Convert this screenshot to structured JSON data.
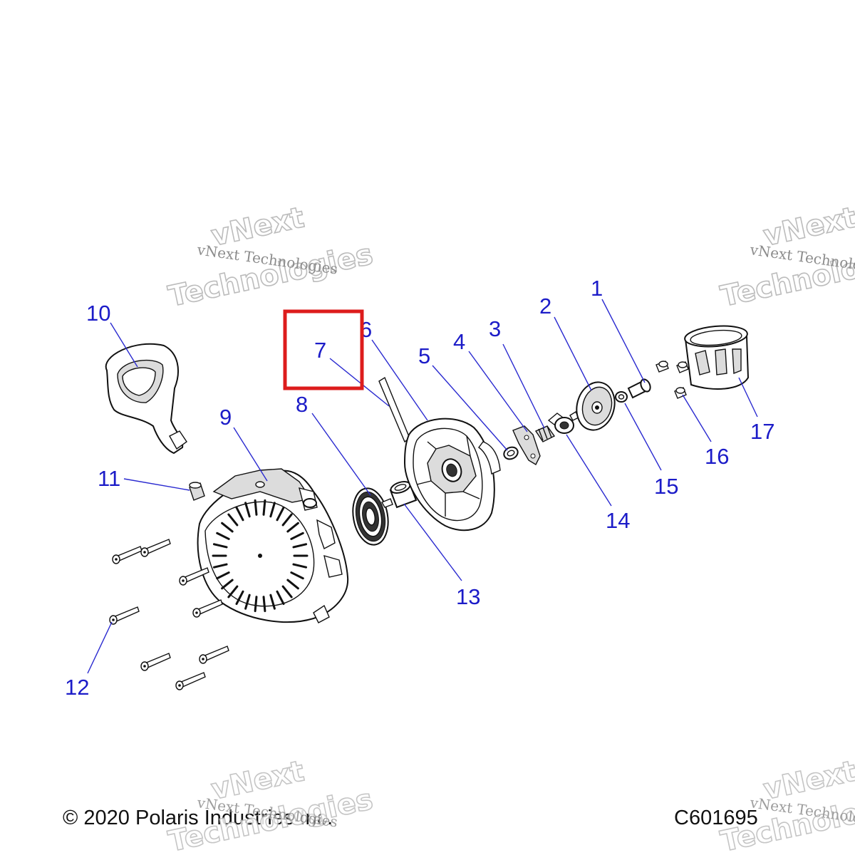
{
  "callouts": [
    {
      "id": "1",
      "label": "1"
    },
    {
      "id": "2",
      "label": "2"
    },
    {
      "id": "3",
      "label": "3"
    },
    {
      "id": "4",
      "label": "4"
    },
    {
      "id": "5",
      "label": "5"
    },
    {
      "id": "6",
      "label": "6"
    },
    {
      "id": "7",
      "label": "7"
    },
    {
      "id": "8",
      "label": "8"
    },
    {
      "id": "9",
      "label": "9"
    },
    {
      "id": "10",
      "label": "10"
    },
    {
      "id": "11",
      "label": "11"
    },
    {
      "id": "12",
      "label": "12"
    },
    {
      "id": "13",
      "label": "13"
    },
    {
      "id": "14",
      "label": "14"
    },
    {
      "id": "15",
      "label": "15"
    },
    {
      "id": "16",
      "label": "16"
    },
    {
      "id": "17",
      "label": "17"
    }
  ],
  "highlighted_callout": "7",
  "watermark": {
    "line1": "vNext Technologies",
    "word1": "vNext",
    "word2": "Technologies"
  },
  "footer": {
    "copyright": "© 2020 Polaris Industries Inc.",
    "diagram_code": "C601695"
  },
  "colors": {
    "callout": "#1c1cc8",
    "highlight": "#dd1c1c",
    "line_art": "#111111"
  }
}
